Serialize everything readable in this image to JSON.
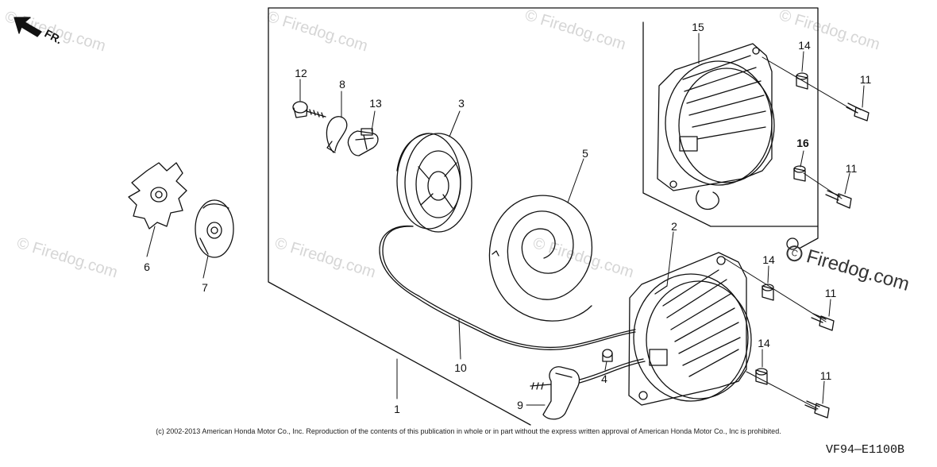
{
  "watermark": {
    "text": "© Firedog.com",
    "prominent_text": "Firedog.com"
  },
  "direction_label": "FR.",
  "callouts": {
    "c1": "1",
    "c2": "2",
    "c3": "3",
    "c4": "4",
    "c5": "5",
    "c6": "6",
    "c7": "7",
    "c8": "8",
    "c9": "9",
    "c10": "10",
    "c11a": "11",
    "c11b": "11",
    "c11c": "11",
    "c11d": "11",
    "c12": "12",
    "c13": "13",
    "c14a": "14",
    "c14b": "14",
    "c14c": "14",
    "c15": "15",
    "c16": "16"
  },
  "copyright": "(c) 2002-2013 American Honda Motor Co., Inc. Reproduction of the contents of this publication in whole or in part without the express written approval of American Honda Motor Co., Inc is prohibited.",
  "part_code": "VF94—E1100B",
  "colors": {
    "line": "#111111",
    "watermark": "#d6d6d6"
  }
}
